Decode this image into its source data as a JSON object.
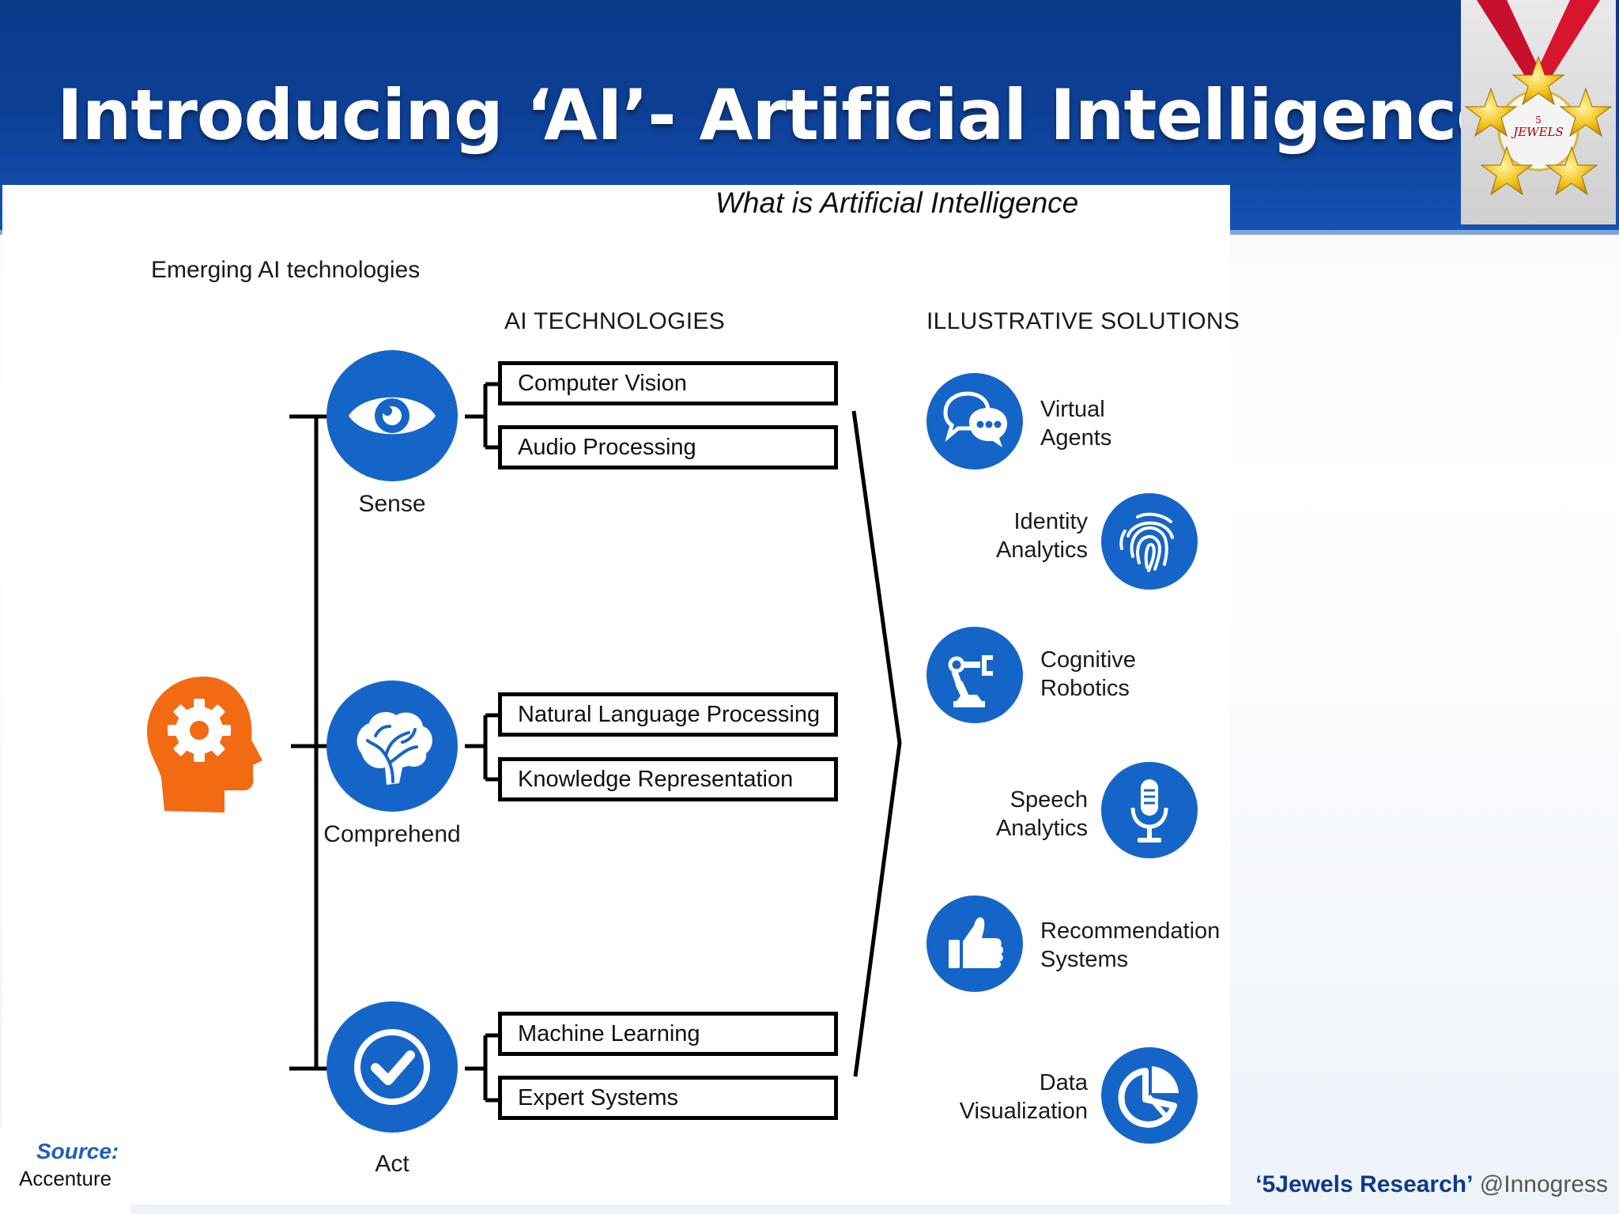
{
  "slide": {
    "title": "Introducing ‘AI’- Artificial Intelligence",
    "logo_text": [
      "5",
      "JEWELS"
    ],
    "colors": {
      "title_band": "#0d3f94",
      "accent_blue": "#1565c8",
      "head_orange": "#f26a12"
    }
  },
  "diagram": {
    "caption": "What is Artificial Intelligence",
    "section_label": "Emerging AI technologies",
    "headers": {
      "technologies": "AI TECHNOLOGIES",
      "solutions": "ILLUSTRATIVE SOLUTIONS"
    },
    "root_icon": "head-gear-icon",
    "stages": [
      {
        "label": "Sense",
        "icon": "eye-icon",
        "technologies": [
          "Computer Vision",
          "Audio Processing"
        ]
      },
      {
        "label": "Comprehend",
        "icon": "brain-icon",
        "technologies": [
          "Natural Language Processing",
          "Knowledge Representation"
        ]
      },
      {
        "label": "Act",
        "icon": "checkmark-icon",
        "technologies": [
          "Machine Learning",
          "Expert Systems"
        ]
      }
    ],
    "solutions": [
      {
        "lines": [
          "Virtual",
          "Agents"
        ],
        "icon": "chat-bubbles-icon"
      },
      {
        "lines": [
          "Identity",
          "Analytics"
        ],
        "icon": "fingerprint-icon"
      },
      {
        "lines": [
          "Cognitive",
          "Robotics"
        ],
        "icon": "robot-arm-icon"
      },
      {
        "lines": [
          "Speech",
          "Analytics"
        ],
        "icon": "microphone-icon"
      },
      {
        "lines": [
          "Recommendation",
          "Systems"
        ],
        "icon": "thumbs-up-icon"
      },
      {
        "lines": [
          "Data",
          "Visualization"
        ],
        "icon": "pie-chart-icon"
      }
    ]
  },
  "source": {
    "label": "Source:",
    "value": "Accenture"
  },
  "footer": {
    "brand": "‘5Jewels Research’",
    "handle": "@Innogress"
  }
}
